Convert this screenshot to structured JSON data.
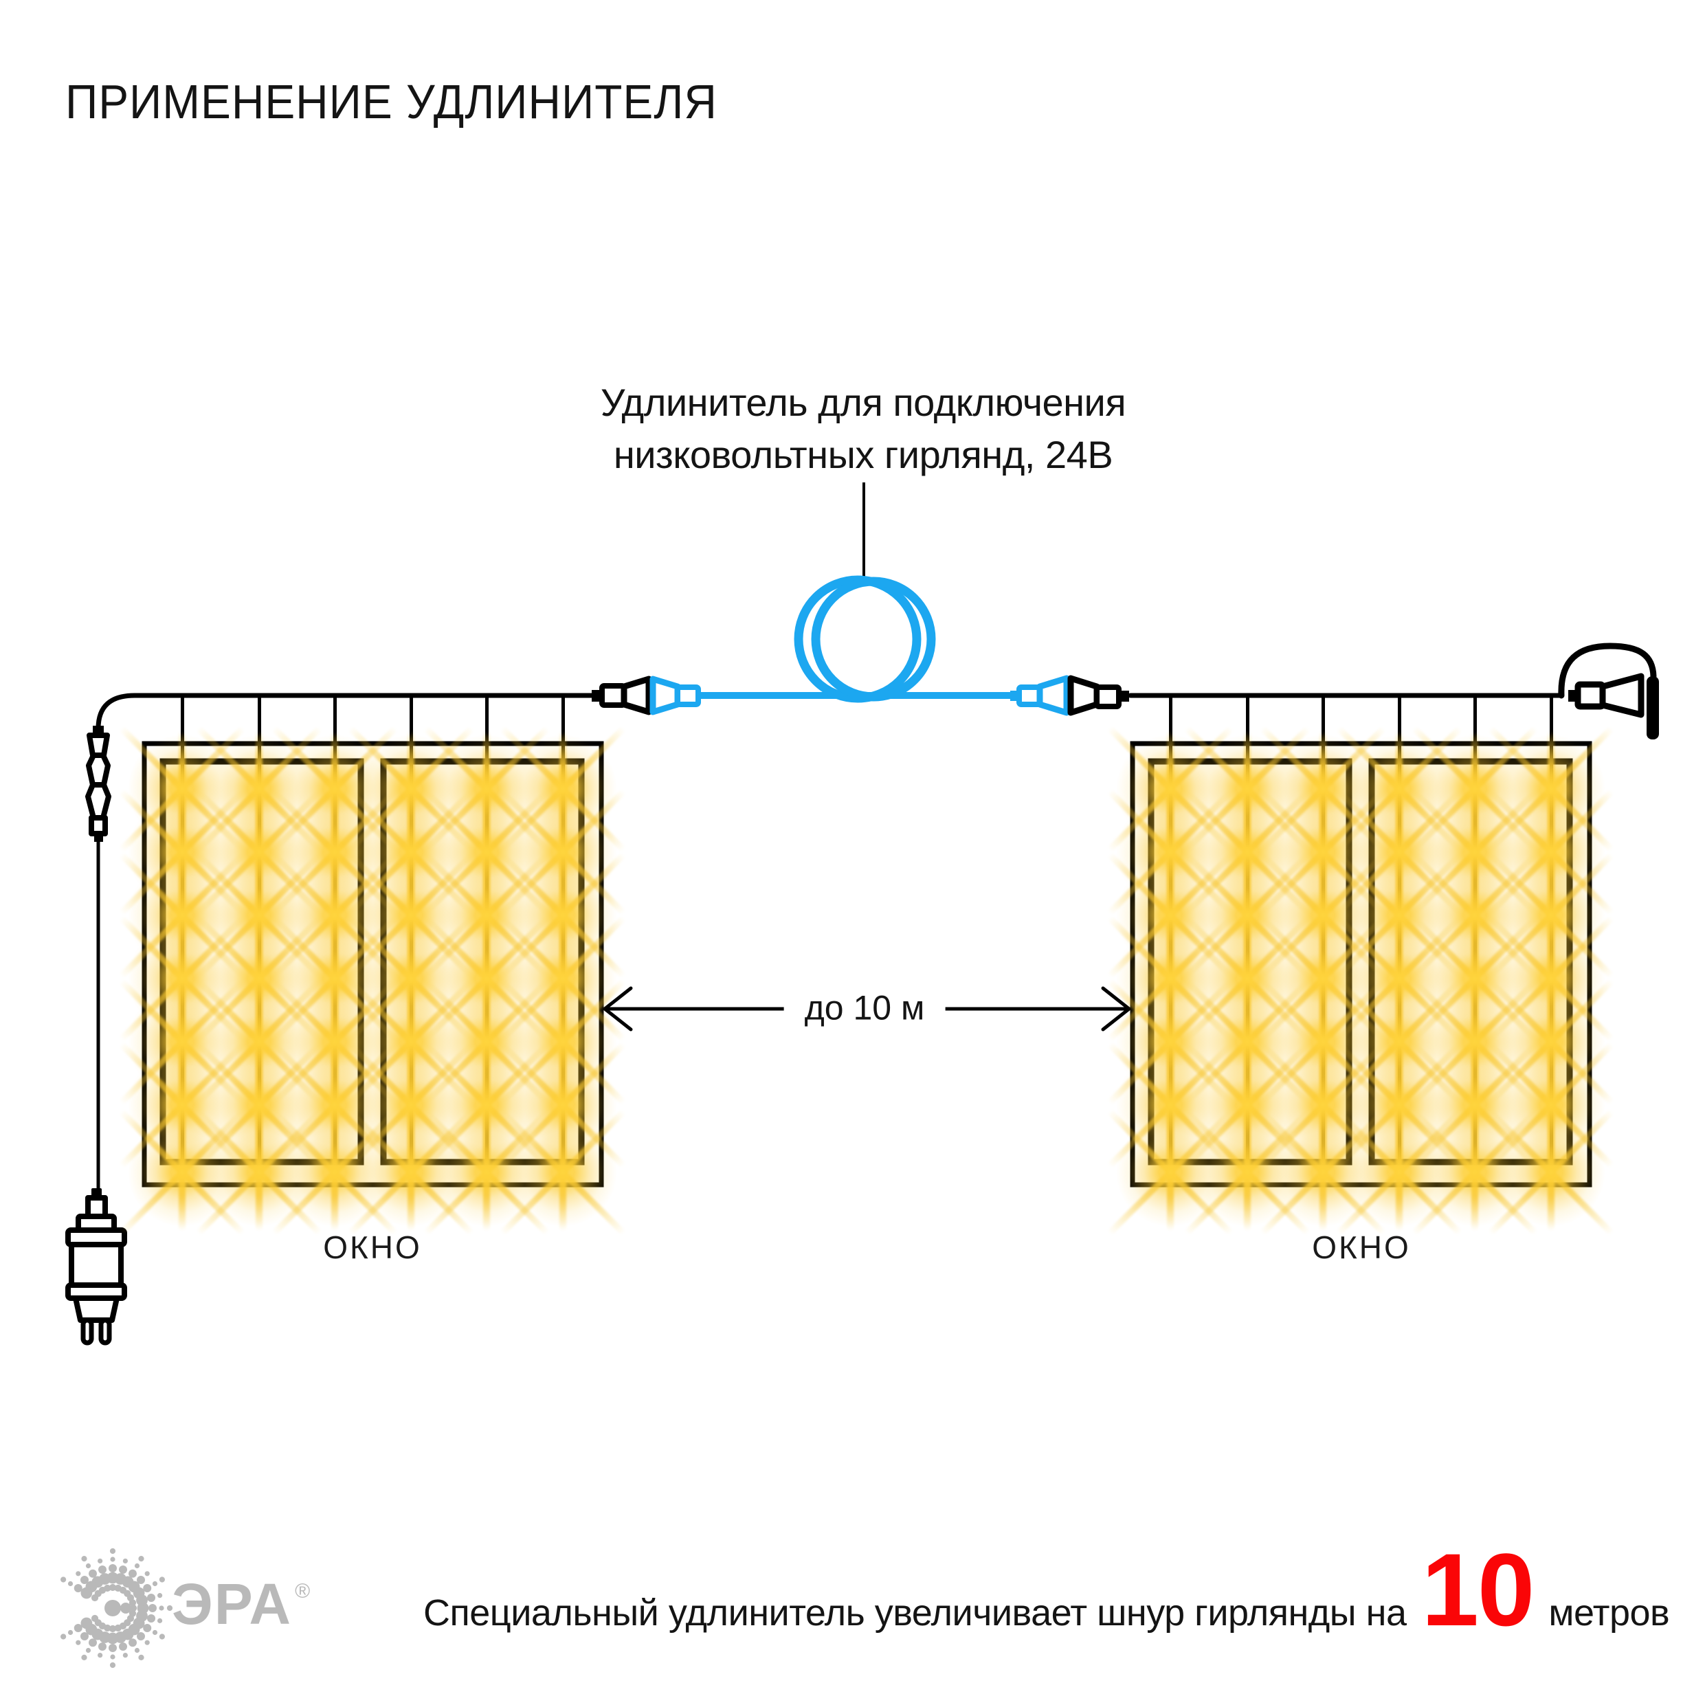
{
  "title": "ПРИМЕНЕНИЕ УДЛИНИТЕЛЯ",
  "annotation": {
    "line1": "Удлинитель для подключения",
    "line2": "низковольтных гирлянд, 24В"
  },
  "distance_label": "до 10 м",
  "windows": [
    {
      "label": "ОКНО"
    },
    {
      "label": "ОКНО"
    }
  ],
  "garland": {
    "windows": 2,
    "strands_per_window": 6,
    "lights_per_strand": 7
  },
  "footer": {
    "brand": "ЭРА",
    "reg_mark": "®",
    "caption_before": "Специальный удлинитель увеличивает шнур гирлянды на",
    "highlight_value": "10",
    "caption_after": "метров"
  },
  "colors": {
    "cable_blue": "#1CA7F0",
    "light_yellow": "#F7C52C",
    "highlight_red": "#FA0507",
    "logo_gray": "#B9B9B9",
    "line_black": "#000000"
  }
}
